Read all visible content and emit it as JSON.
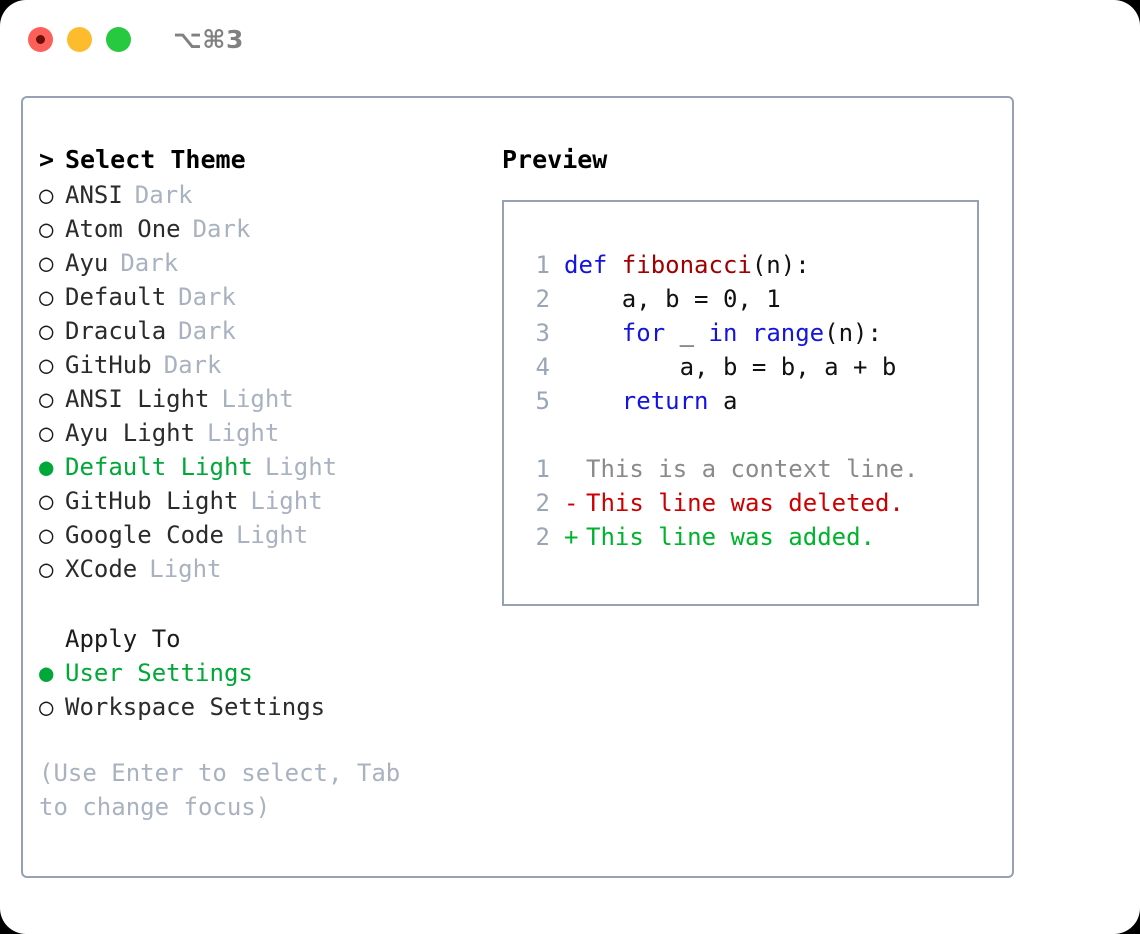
{
  "window": {
    "shortcut": "⌥⌘3",
    "traffic_lights": [
      {
        "name": "close",
        "color": "#fd6058"
      },
      {
        "name": "minimize",
        "color": "#fdbc2e"
      },
      {
        "name": "maximize",
        "color": "#26c940"
      }
    ]
  },
  "theme_panel": {
    "caret": ">",
    "header": "Select Theme",
    "bullet_selected": "●",
    "bullet_unselected": "○",
    "items": [
      {
        "label": "ANSI",
        "tag": "Dark",
        "selected": false
      },
      {
        "label": "Atom One",
        "tag": "Dark",
        "selected": false
      },
      {
        "label": "Ayu",
        "tag": "Dark",
        "selected": false
      },
      {
        "label": "Default",
        "tag": "Dark",
        "selected": false
      },
      {
        "label": "Dracula",
        "tag": "Dark",
        "selected": false
      },
      {
        "label": "GitHub",
        "tag": "Dark",
        "selected": false
      },
      {
        "label": "ANSI Light",
        "tag": "Light",
        "selected": false
      },
      {
        "label": "Ayu Light",
        "tag": "Light",
        "selected": false
      },
      {
        "label": "Default Light",
        "tag": "Light",
        "selected": true
      },
      {
        "label": "GitHub Light",
        "tag": "Light",
        "selected": false
      },
      {
        "label": "Google Code",
        "tag": "Light",
        "selected": false
      },
      {
        "label": "XCode",
        "tag": "Light",
        "selected": false
      }
    ]
  },
  "apply_to": {
    "header": "Apply To",
    "items": [
      {
        "label": "User Settings",
        "selected": true
      },
      {
        "label": "Workspace Settings",
        "selected": false
      }
    ]
  },
  "hint": "(Use Enter to select, Tab to change focus)",
  "preview": {
    "title": "Preview",
    "code_lines": [
      {
        "no": "1",
        "tokens": [
          {
            "t": "def ",
            "k": "kw"
          },
          {
            "t": "fibonacci",
            "k": "fn"
          },
          {
            "t": "(n):",
            "k": "plain"
          }
        ]
      },
      {
        "no": "2",
        "tokens": [
          {
            "t": "    a, b = 0, 1",
            "k": "plain"
          }
        ]
      },
      {
        "no": "3",
        "tokens": [
          {
            "t": "    ",
            "k": "plain"
          },
          {
            "t": "for",
            "k": "kw"
          },
          {
            "t": " _ ",
            "k": "plain"
          },
          {
            "t": "in",
            "k": "kw"
          },
          {
            "t": " ",
            "k": "plain"
          },
          {
            "t": "range",
            "k": "kw"
          },
          {
            "t": "(n):",
            "k": "plain"
          }
        ]
      },
      {
        "no": "4",
        "tokens": [
          {
            "t": "        a, b = b, a + b",
            "k": "plain"
          }
        ]
      },
      {
        "no": "5",
        "tokens": [
          {
            "t": "    ",
            "k": "plain"
          },
          {
            "t": "return",
            "k": "kw"
          },
          {
            "t": " a",
            "k": "plain"
          }
        ]
      }
    ],
    "diff_lines": [
      {
        "no": "1",
        "sign": " ",
        "text": "This is a context line.",
        "kind": "context"
      },
      {
        "no": "2",
        "sign": "-",
        "text": "This line was deleted.",
        "kind": "del"
      },
      {
        "no": "2",
        "sign": "+",
        "text": "This line was added.",
        "kind": "add"
      }
    ]
  },
  "colors": {
    "accent_green": "#00a838",
    "border": "#96a2b4",
    "muted": "#a8b2c0",
    "keyword_blue": "#1414e0",
    "function_red": "#a00000",
    "diff_add": "#00b32d",
    "diff_del": "#cc0000",
    "lineno": "#9aa5b5"
  }
}
